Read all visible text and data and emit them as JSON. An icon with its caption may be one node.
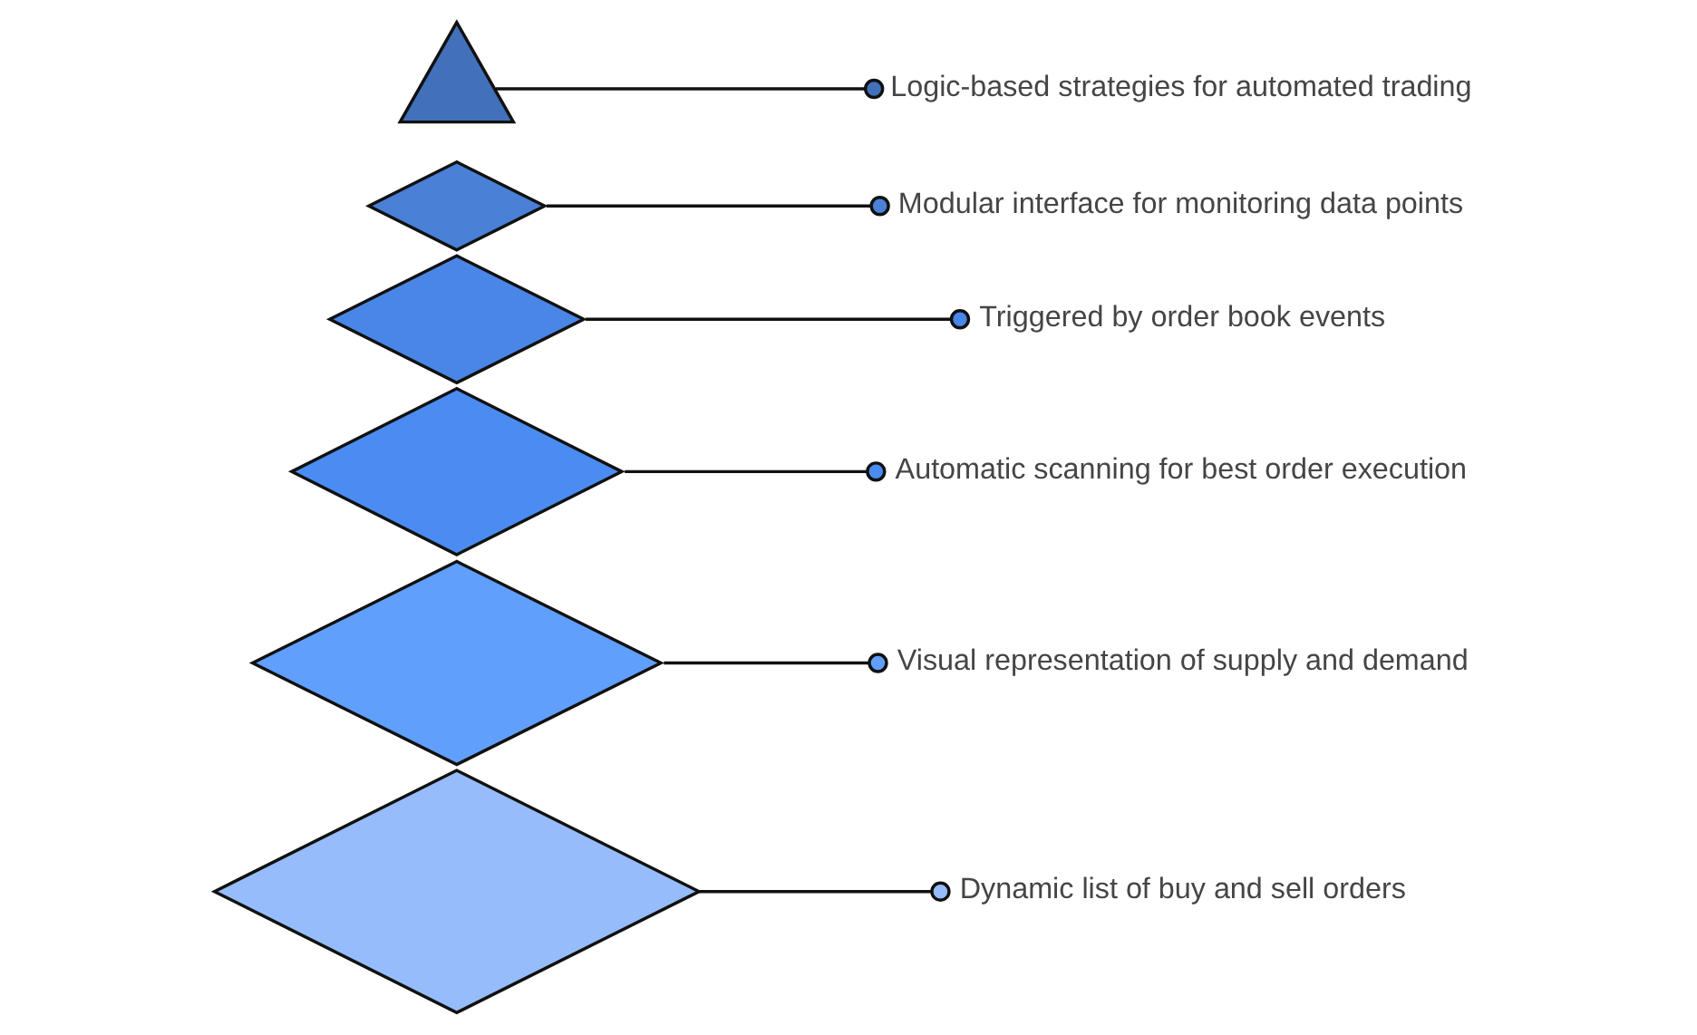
{
  "diagram": {
    "nodes": [
      {
        "text": [],
        "shape": "triangle"
      },
      {
        "text": [],
        "shape": "diamond"
      },
      {
        "text": [],
        "shape": "diamond"
      },
      {
        "text": [],
        "shape": "diamond"
      },
      {
        "text": [],
        "shape": "diamond"
      },
      {
        "text": [],
        "shape": "diamond"
      },
      {
        "text": [
          "Logic-based strategies for automated trading"
        ]
      },
      {
        "text": [
          "Modular interface for monitoring data points"
        ]
      },
      {
        "text": [
          "Triggered by order book events"
        ]
      },
      {
        "text": [
          "Automatic scanning for best order execution"
        ]
      },
      {
        "text": [
          "Visual representation of supply and demand"
        ]
      },
      {
        "text": [
          "Dynamic list of buy and sell orders"
        ]
      }
    ],
    "edges": [
      {
        "from": 6,
        "to": 0,
        "arrow": "other"
      },
      {
        "from": 7,
        "to": 1,
        "arrow": "other"
      },
      {
        "from": 8,
        "to": 2,
        "arrow": "other"
      },
      {
        "from": 9,
        "to": 3,
        "arrow": "other"
      },
      {
        "from": 10,
        "to": 4,
        "arrow": "other"
      },
      {
        "from": 11,
        "to": 5,
        "arrow": "other"
      }
    ]
  }
}
